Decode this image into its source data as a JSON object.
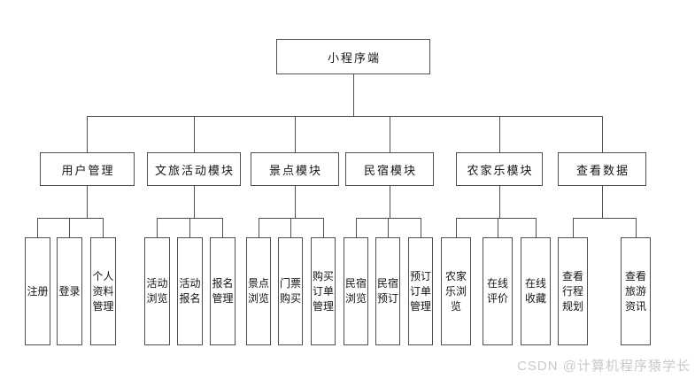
{
  "diagram": {
    "title": "mini-program module structure",
    "root": {
      "label": "小程序端"
    },
    "branches": [
      {
        "label": "用户管理",
        "children": [
          {
            "label": "注册"
          },
          {
            "label": "登录"
          },
          {
            "label": "个人资料管理"
          }
        ]
      },
      {
        "label": "文旅活动模块",
        "children": [
          {
            "label": "活动浏览"
          },
          {
            "label": "活动报名"
          },
          {
            "label": "报名管理"
          }
        ]
      },
      {
        "label": "景点模块",
        "children": [
          {
            "label": "景点浏览"
          },
          {
            "label": "门票购买"
          },
          {
            "label": "购买订单管理"
          }
        ]
      },
      {
        "label": "民宿模块",
        "children": [
          {
            "label": "民宿浏览"
          },
          {
            "label": "民宿预订"
          },
          {
            "label": "预订订单管理"
          }
        ]
      },
      {
        "label": "农家乐模块",
        "children": [
          {
            "label": "农家乐浏览"
          },
          {
            "label": "在线评价"
          },
          {
            "label": "在线收藏"
          }
        ]
      },
      {
        "label": "查看数据",
        "children": [
          {
            "label": "查看行程规划"
          },
          {
            "label": "查看旅游资讯"
          }
        ]
      }
    ]
  },
  "watermark": {
    "text": "CSDN @计算机程序猿学长"
  },
  "colors": {
    "background": "#ffffff",
    "border": "#4f4f4f",
    "line": "#4f4f4f",
    "text": "#141414",
    "watermark": "#c9c9c9"
  }
}
